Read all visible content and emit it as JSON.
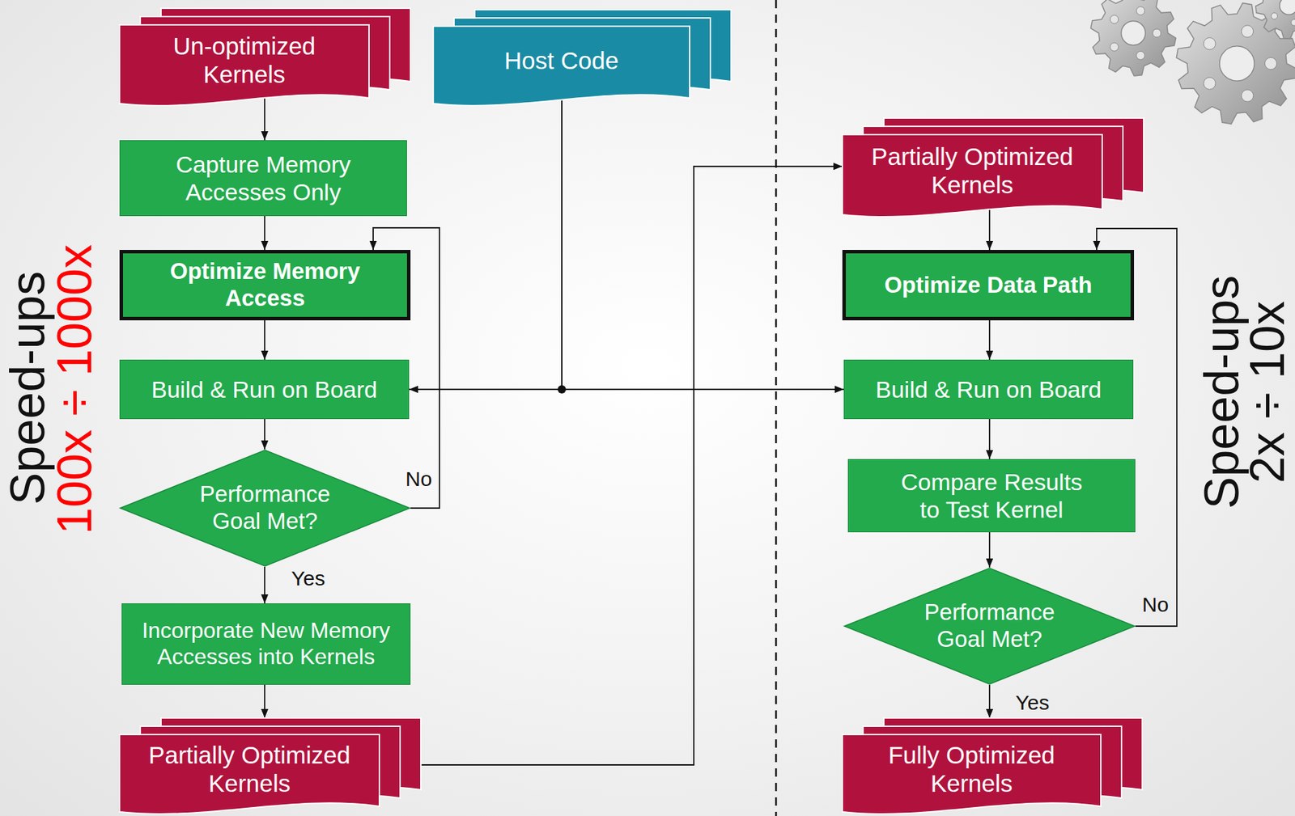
{
  "diagram": {
    "nodes": [
      {
        "text": [
          "Un-optimized Kernels"
        ]
      },
      {
        "text": [
          "Host Code"
        ]
      },
      {
        "text": [
          "Capture Memory Accesses Only"
        ]
      },
      {
        "text": [
          "Optimize Memory Access"
        ]
      },
      {
        "text": [
          "Build & Run on Board"
        ]
      },
      {
        "text": [
          "Performance Goal Met?"
        ]
      },
      {
        "text": [
          "Incorporate New Memory Accesses into Kernels"
        ]
      },
      {
        "text": [
          "Partially Optimized Kernels"
        ]
      },
      {
        "text": [
          "Partially Optimized Kernels"
        ]
      },
      {
        "text": [
          "Optimize Data Path"
        ]
      },
      {
        "text": [
          "Build & Run on Board"
        ]
      },
      {
        "text": [
          "Compare Results to Test Kernel"
        ]
      },
      {
        "text": [
          "Performance Goal Met?"
        ]
      },
      {
        "text": [
          "Fully Optimized Kernels"
        ]
      }
    ],
    "edges": [
      {
        "from": 0,
        "to": 2,
        "arrow": "to"
      },
      {
        "from": 2,
        "to": 3,
        "arrow": "to"
      },
      {
        "from": 3,
        "to": 4,
        "arrow": "to"
      },
      {
        "from": 4,
        "to": 5,
        "arrow": "to"
      },
      {
        "from": 5,
        "to": 3,
        "label": "No",
        "arrow": "to"
      },
      {
        "from": 5,
        "to": 6,
        "label": "Yes",
        "arrow": "to"
      },
      {
        "from": 6,
        "to": 7,
        "arrow": "to"
      },
      {
        "from": 7,
        "to": 8,
        "arrow": "to"
      },
      {
        "from": 1,
        "to": 4,
        "arrow": "to"
      },
      {
        "from": 1,
        "to": 10,
        "arrow": "to"
      },
      {
        "from": 8,
        "to": 9,
        "arrow": "to"
      },
      {
        "from": 9,
        "to": 10,
        "arrow": "to"
      },
      {
        "from": 10,
        "to": 11,
        "arrow": "to"
      },
      {
        "from": 11,
        "to": 12,
        "arrow": "to"
      },
      {
        "from": 12,
        "to": 9,
        "label": "No",
        "arrow": "to"
      },
      {
        "from": 12,
        "to": 13,
        "label": "Yes",
        "arrow": "to"
      }
    ],
    "labels": [
      "Speed-ups",
      "100x ÷ 1000x",
      "Speed-ups",
      "2x ÷ 10x"
    ]
  }
}
